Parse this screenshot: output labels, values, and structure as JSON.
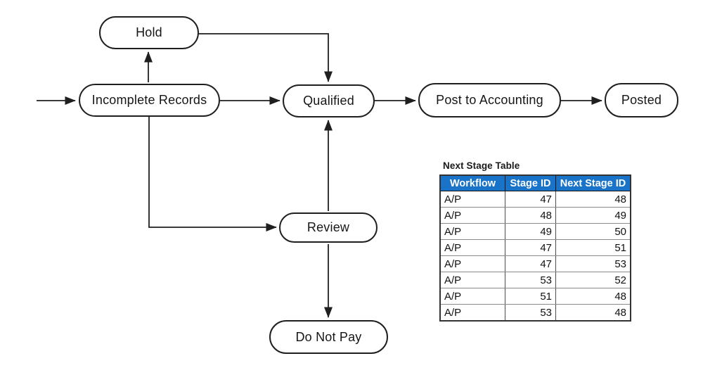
{
  "diagram": {
    "nodes": {
      "hold": {
        "label": "Hold"
      },
      "incomplete_records": {
        "label": "Incomplete Records"
      },
      "qualified": {
        "label": "Qualified"
      },
      "post_to_accounting": {
        "label": "Post to Accounting"
      },
      "posted": {
        "label": "Posted"
      },
      "review": {
        "label": "Review"
      },
      "do_not_pay": {
        "label": "Do Not Pay"
      }
    },
    "edges": [
      {
        "from": "start",
        "to": "incomplete_records"
      },
      {
        "from": "incomplete_records",
        "to": "hold"
      },
      {
        "from": "hold",
        "to": "qualified"
      },
      {
        "from": "incomplete_records",
        "to": "qualified"
      },
      {
        "from": "qualified",
        "to": "post_to_accounting"
      },
      {
        "from": "post_to_accounting",
        "to": "posted"
      },
      {
        "from": "incomplete_records",
        "to": "review"
      },
      {
        "from": "review",
        "to": "qualified"
      },
      {
        "from": "review",
        "to": "do_not_pay"
      }
    ],
    "stroke_color": "#1f1f1f",
    "node_fill": "#ffffff"
  },
  "table": {
    "title": "Next Stage Table",
    "columns": [
      "Workflow",
      "Stage ID",
      "Next Stage ID"
    ],
    "rows": [
      [
        "A/P",
        47,
        48
      ],
      [
        "A/P",
        48,
        49
      ],
      [
        "A/P",
        49,
        50
      ],
      [
        "A/P",
        47,
        51
      ],
      [
        "A/P",
        47,
        53
      ],
      [
        "A/P",
        53,
        52
      ],
      [
        "A/P",
        51,
        48
      ],
      [
        "A/P",
        53,
        48
      ]
    ],
    "header_bg": "#1973C8",
    "header_text_color": "#FFFFFF"
  }
}
